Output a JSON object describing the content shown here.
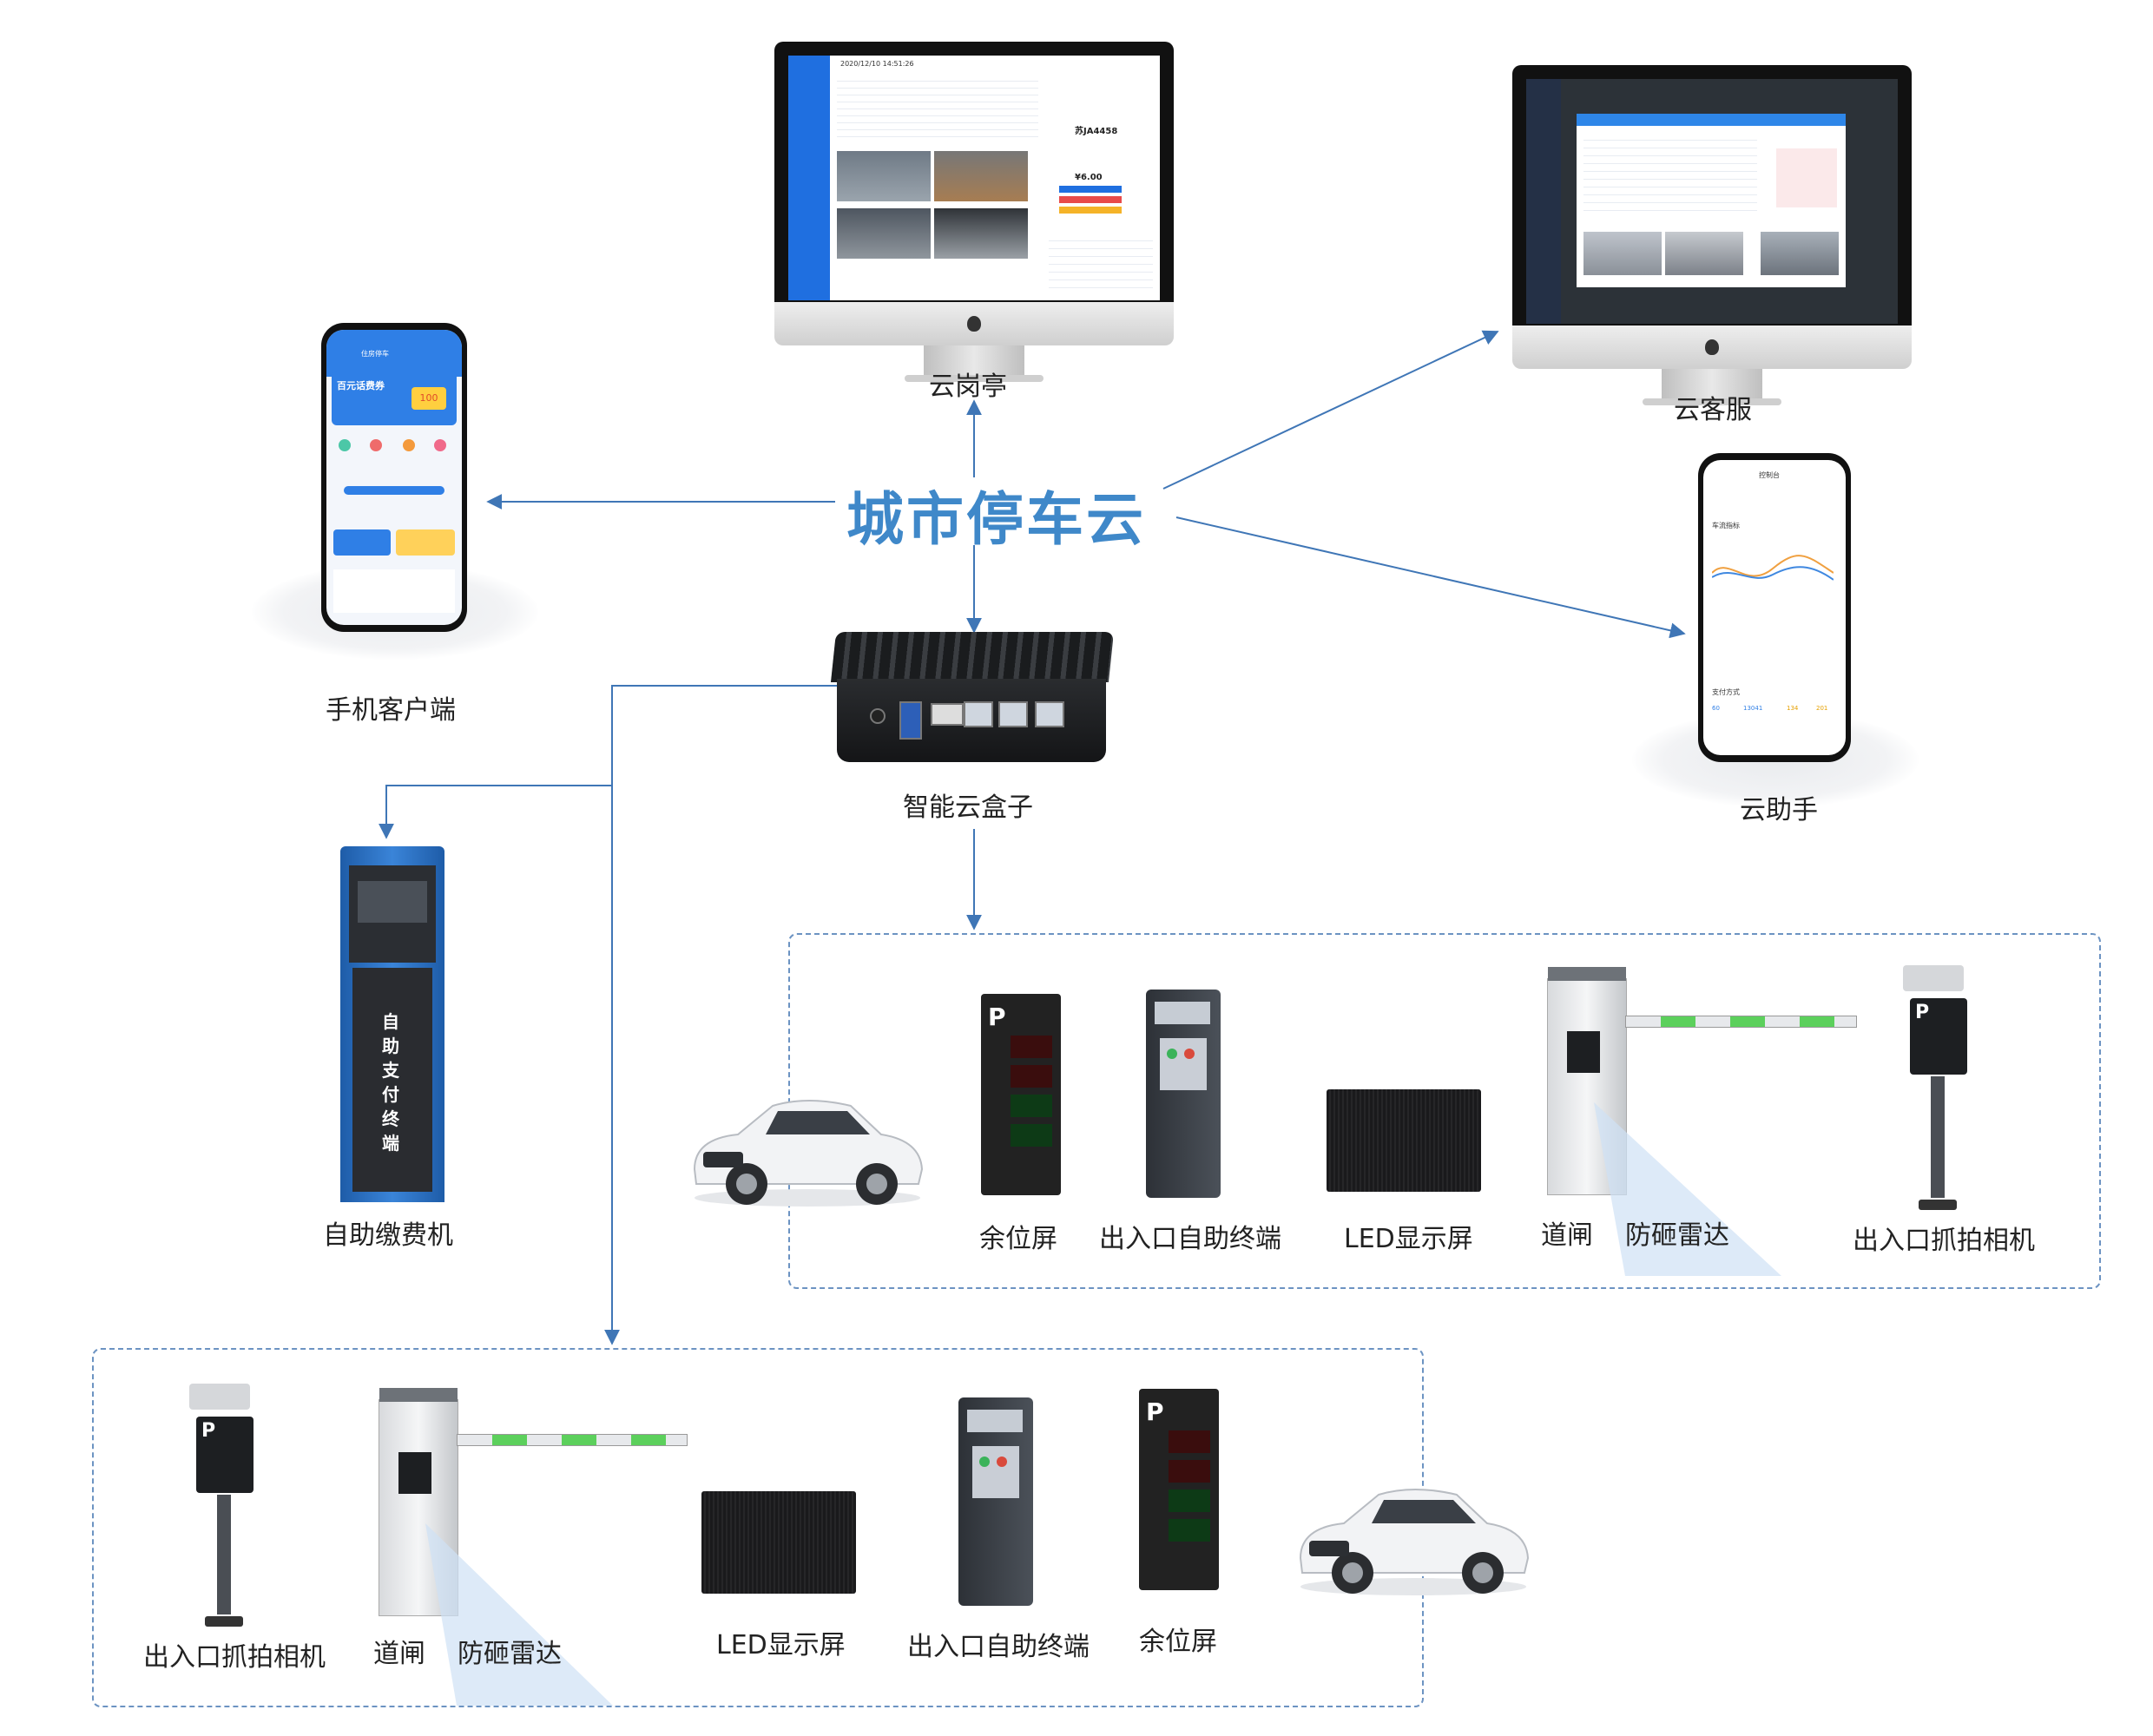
{
  "center_title": "城市停车云",
  "nodes": {
    "cloud_booth": "云岗亭",
    "cloud_service": "云客服",
    "mobile_client": "手机客户端",
    "cloud_assistant": "云助手",
    "smart_box": "智能云盒子",
    "self_pay_machine": "自助缴费机"
  },
  "kiosk_text": "自助支付终端",
  "top_group": {
    "labels": [
      "余位屏",
      "出入口自助终端",
      "LED显示屏",
      "道闸",
      "防砸雷达",
      "出入口抓拍相机"
    ]
  },
  "bottom_group": {
    "labels": [
      "出入口抓拍相机",
      "道闸",
      "防砸雷达",
      "LED显示屏",
      "出入口自助终端",
      "余位屏"
    ]
  },
  "booth_screen": {
    "datetime": "2020/12/10 14:51:26",
    "plate": "苏JA4458",
    "amount": "¥6.00"
  },
  "phone_screen": {
    "app_title": "住房停车",
    "promo": "百元话费券",
    "promo_badge": "100"
  },
  "assistant_screen": {
    "header": "控制台",
    "section1": "车流指标",
    "section2": "支付方式",
    "stats": [
      "60",
      "13041",
      "134",
      "201"
    ]
  },
  "colors": {
    "title": "#3f88c9",
    "arrow": "#3f76b6",
    "dash": "#6c93c2",
    "sidebar": "#1f6fe0",
    "kiosk": "#2f73c8"
  }
}
